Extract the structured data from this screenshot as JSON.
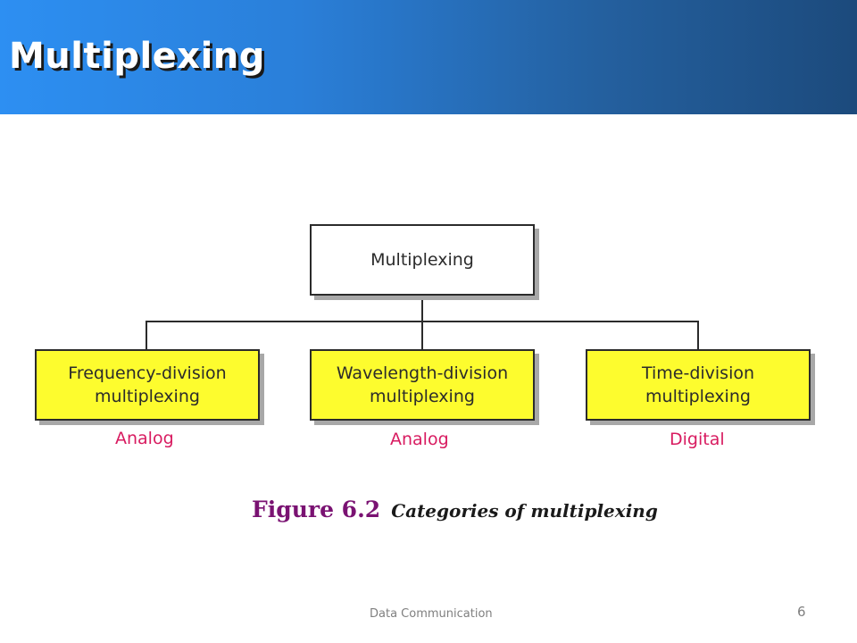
{
  "slide": {
    "title": "Multiplexing",
    "footer": "Data Communication",
    "page_number": "6"
  },
  "diagram": {
    "root": "Multiplexing",
    "children": [
      {
        "label": "Frequency-division\nmultiplexing",
        "category": "Analog"
      },
      {
        "label": "Wavelength-division\nmultiplexing",
        "category": "Analog"
      },
      {
        "label": "Time-division\nmultiplexing",
        "category": "Digital"
      }
    ]
  },
  "caption": {
    "figure": "Figure 6.2",
    "text": "Categories of multiplexing"
  },
  "colors": {
    "header_start": "#2d8ff2",
    "header_end": "#1c4a7c",
    "leaf_fill": "#fdfc2e",
    "category_text": "#d81b60",
    "figure_label": "#7a1272"
  }
}
